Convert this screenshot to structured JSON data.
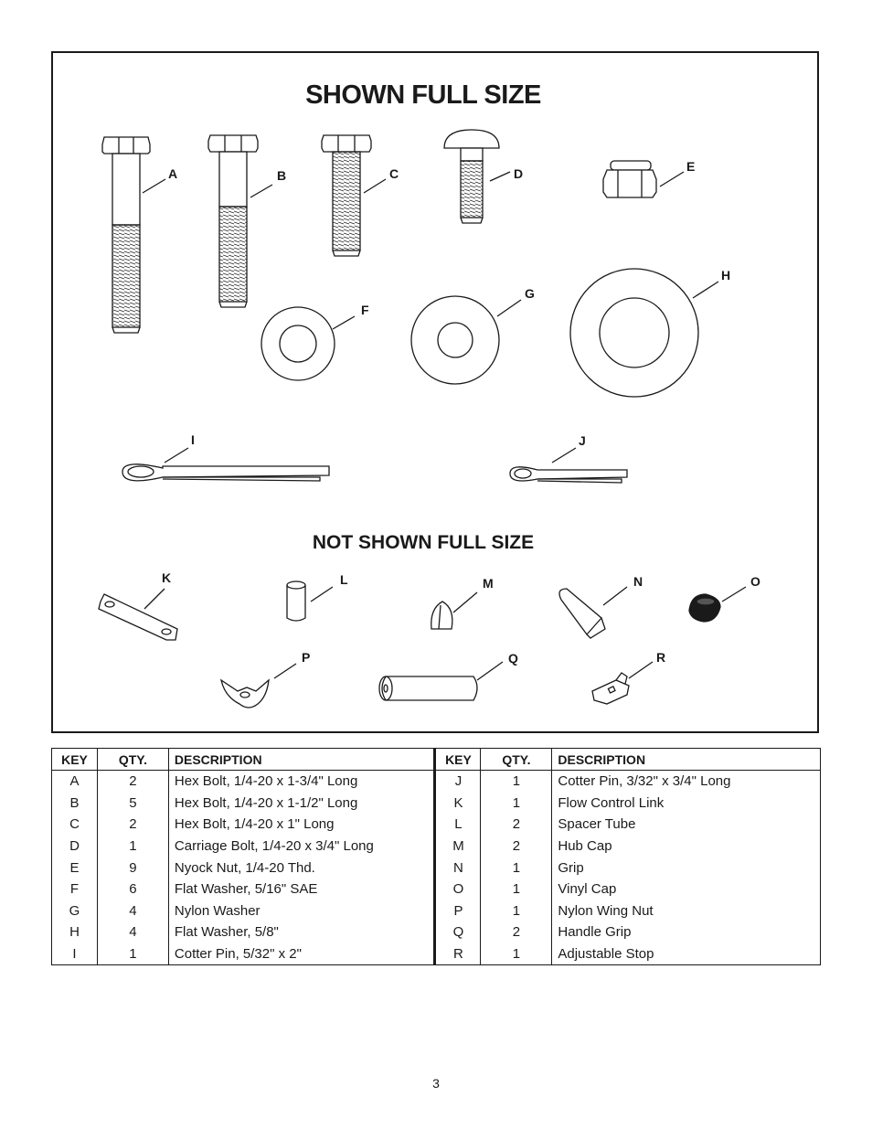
{
  "figure": {
    "title": "SHOWN FULL SIZE",
    "subtitle": "NOT SHOWN FULL SIZE",
    "keys": [
      "A",
      "B",
      "C",
      "D",
      "E",
      "F",
      "G",
      "H",
      "I",
      "J",
      "K",
      "L",
      "M",
      "N",
      "O",
      "P",
      "Q",
      "R"
    ]
  },
  "table": {
    "headers": {
      "key": "KEY",
      "qty": "QTY.",
      "description": "DESCRIPTION"
    },
    "rows": [
      {
        "left": {
          "key": "A",
          "qty": "2",
          "desc": "Hex Bolt, 1/4-20 x 1-3/4\" Long"
        },
        "right": {
          "key": "J",
          "qty": "1",
          "desc": "Cotter Pin, 3/32\" x 3/4\" Long"
        }
      },
      {
        "left": {
          "key": "B",
          "qty": "5",
          "desc": "Hex Bolt, 1/4-20 x 1-1/2\" Long"
        },
        "right": {
          "key": "K",
          "qty": "1",
          "desc": "Flow Control Link"
        }
      },
      {
        "left": {
          "key": "C",
          "qty": "2",
          "desc": "Hex Bolt, 1/4-20 x 1\" Long"
        },
        "right": {
          "key": "L",
          "qty": "2",
          "desc": "Spacer Tube"
        }
      },
      {
        "left": {
          "key": "D",
          "qty": "1",
          "desc": "Carriage Bolt, 1/4-20 x 3/4\" Long"
        },
        "right": {
          "key": "M",
          "qty": "2",
          "desc": "Hub Cap"
        }
      },
      {
        "left": {
          "key": "E",
          "qty": "9",
          "desc": "Nyock Nut, 1/4-20 Thd."
        },
        "right": {
          "key": "N",
          "qty": "1",
          "desc": "Grip"
        }
      },
      {
        "left": {
          "key": "F",
          "qty": "6",
          "desc": "Flat Washer, 5/16\" SAE"
        },
        "right": {
          "key": "O",
          "qty": "1",
          "desc": "Vinyl Cap"
        }
      },
      {
        "left": {
          "key": "G",
          "qty": "4",
          "desc": "Nylon Washer"
        },
        "right": {
          "key": "P",
          "qty": "1",
          "desc": "Nylon Wing Nut"
        }
      },
      {
        "left": {
          "key": "H",
          "qty": "4",
          "desc": "Flat Washer, 5/8\""
        },
        "right": {
          "key": "Q",
          "qty": "2",
          "desc": "Handle Grip"
        }
      },
      {
        "left": {
          "key": "I",
          "qty": "1",
          "desc": "Cotter Pin, 5/32\" x 2\""
        },
        "right": {
          "key": "R",
          "qty": "1",
          "desc": "Adjustable Stop"
        }
      }
    ]
  },
  "page_number": "3"
}
